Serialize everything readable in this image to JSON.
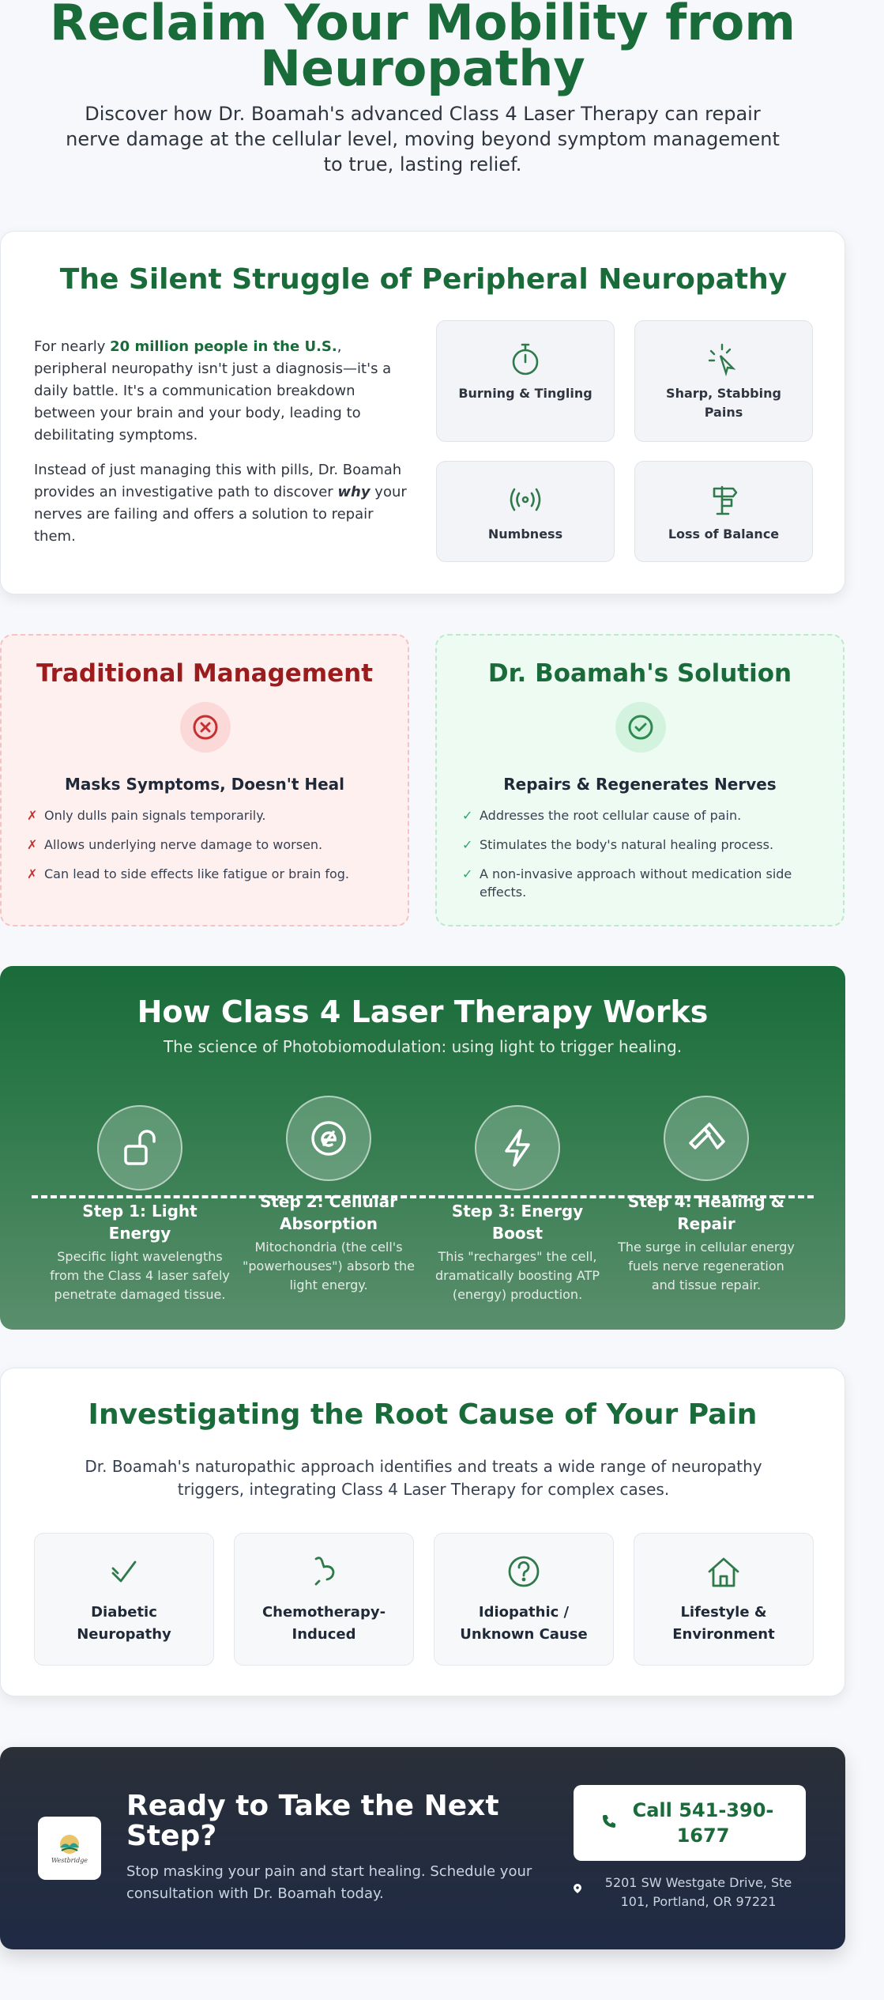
{
  "hero": {
    "title": "Reclaim Your Mobility from Neuropathy",
    "subtitle": "Discover how Dr. Boamah's advanced Class 4 Laser Therapy can repair nerve damage at the cellular level, moving beyond symptom management to true, lasting relief."
  },
  "struggle": {
    "title": "The Silent Struggle of Peripheral Neuropathy",
    "p1_pre": "For nearly ",
    "p1_highlight": "20 million people in the U.S.",
    "p1_post": ", peripheral neuropathy isn't just a diagnosis—it's a daily battle. It's a communication breakdown between your brain and your body, leading to debilitating symptoms.",
    "p2_pre": "Instead of just managing this with pills, Dr. Boamah provides an investigative path to discover ",
    "p2_emph": "why",
    "p2_post": " your nerves are failing and offers a solution to repair them.",
    "symptoms": [
      {
        "label": "Burning & Tingling",
        "icon": "timer-icon"
      },
      {
        "label": "Sharp, Stabbing Pains",
        "icon": "pointer-burst-icon"
      },
      {
        "label": "Numbness",
        "icon": "signal-waves-icon"
      },
      {
        "label": "Loss of Balance",
        "icon": "sign-post-icon"
      }
    ]
  },
  "traditional": {
    "title": "Traditional Management",
    "subtitle": "Masks Symptoms, Doesn't Heal",
    "mark": "✗",
    "items": [
      "Only dulls pain signals temporarily.",
      "Allows underlying nerve damage to worsen.",
      "Can lead to side effects like fatigue or brain fog."
    ]
  },
  "solution": {
    "title": "Dr. Boamah's Solution",
    "subtitle": "Repairs & Regenerates Nerves",
    "mark": "✓",
    "items": [
      "Addresses the root cellular cause of pain.",
      "Stimulates the body's natural healing process.",
      "A non-invasive approach without medication side effects."
    ]
  },
  "how": {
    "title": "How Class 4 Laser Therapy Works",
    "subtitle": "The science of Photobiomodulation: using light to trigger healing.",
    "steps": [
      {
        "title": "Step 1: Light Energy",
        "desc": "Specific light wavelengths from the Class 4 laser safely penetrate damaged tissue.",
        "icon": "unlock-icon"
      },
      {
        "title": "Step 2: Cellular Absorption",
        "desc": "Mitochondria (the cell's \"powerhouses\") absorb the light energy.",
        "icon": "cell-icon"
      },
      {
        "title": "Step 3: Energy Boost",
        "desc": "This \"recharges\" the cell, dramatically boosting ATP (energy) production.",
        "icon": "lightning-icon"
      },
      {
        "title": "Step 4: Healing & Repair",
        "desc": "The surge in cellular energy fuels nerve regeneration and tissue repair.",
        "icon": "bandage-icon"
      }
    ]
  },
  "root": {
    "title": "Investigating the Root Cause of Your Pain",
    "subtitle": "Dr. Boamah's naturopathic approach identifies and treats a wide range of neuropathy triggers, integrating Class 4 Laser Therapy for complex cases.",
    "causes": [
      {
        "label": "Diabetic Neuropathy",
        "icon": "check-drop-icon"
      },
      {
        "label": "Chemotherapy-Induced",
        "icon": "ribbon-icon"
      },
      {
        "label": "Idiopathic / Unknown Cause",
        "icon": "question-icon"
      },
      {
        "label": "Lifestyle & Environment",
        "icon": "home-icon"
      }
    ]
  },
  "cta": {
    "title": "Ready to Take the Next Step?",
    "subtitle": "Stop masking your pain and start healing. Schedule your consultation with Dr. Boamah today.",
    "call_label": "Call 541-390-1677",
    "address": "5201 SW Westgate Drive, Ste 101, Portland, OR 97221",
    "logo_text": "Westbridge"
  },
  "colors": {
    "brand_green": "#1a6b3a",
    "danger_red": "#9b1c1c",
    "cta_dark": "#1f2a44"
  }
}
